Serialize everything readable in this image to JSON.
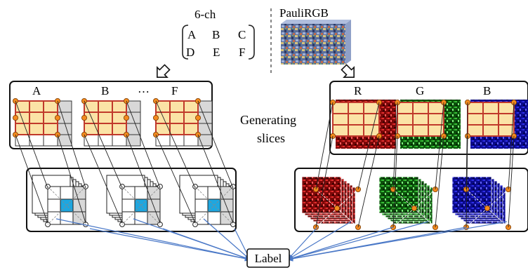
{
  "six_ch": {
    "title": "6-ch",
    "row1": [
      "A",
      "B",
      "C"
    ],
    "row2": [
      "D",
      "E",
      "F"
    ]
  },
  "pauli": {
    "title": "PauliRGB"
  },
  "left_panel": {
    "labels": [
      "A",
      "B",
      "F"
    ],
    "ellipsis": "…"
  },
  "right_panel": {
    "labels": [
      "R",
      "G",
      "B"
    ]
  },
  "middle": {
    "line1": "Generating",
    "line2": "slices"
  },
  "label_box": {
    "text": "Label"
  },
  "colors": {
    "grid_fill": "#fbe3a6",
    "grid_line": "#c0392b",
    "node": "#f28a1e",
    "center_cell": "#1ea7e0",
    "arrow_blue": "#4a78c7",
    "red_channel": "#c01010",
    "green_channel": "#1a9a1a",
    "blue_channel": "#1414c0"
  }
}
